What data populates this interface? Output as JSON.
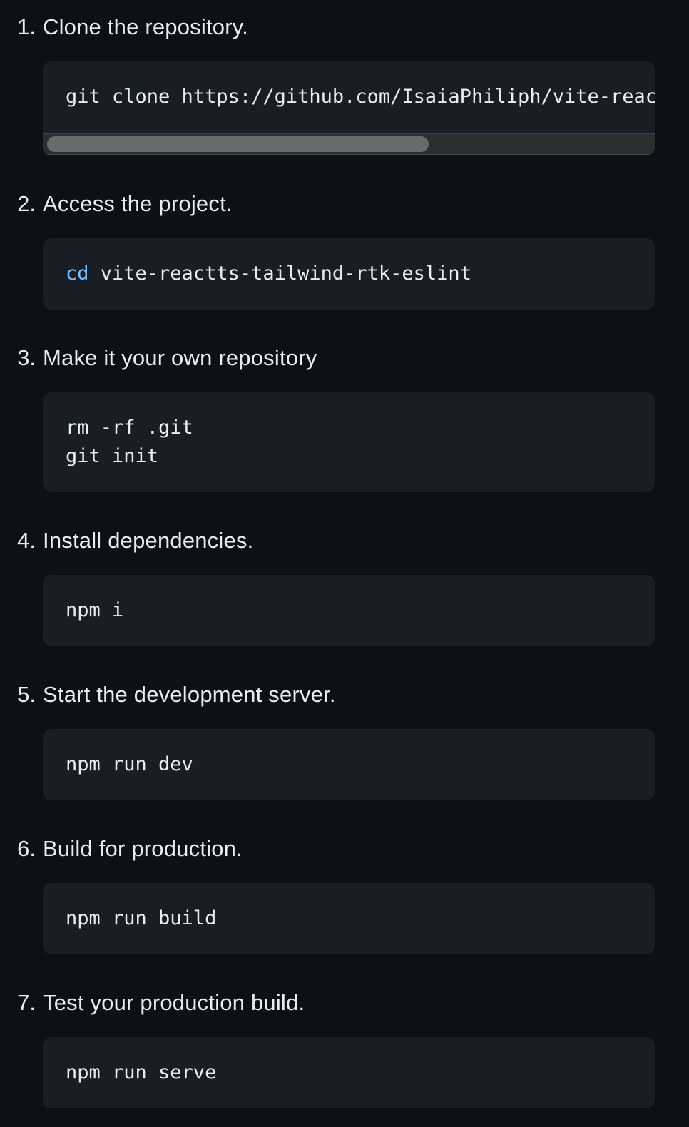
{
  "colors": {
    "page_background": "#0d1117",
    "code_block_background": "#181d26",
    "text": "#e6edf3",
    "syntax_builtin_blue": "#79c0ff",
    "scrollbar_track": "#2d2e30",
    "scrollbar_thumb": "#696a6c"
  },
  "steps": [
    {
      "number": "1.",
      "title": "Clone the repository.",
      "scrollable": true,
      "code": [
        {
          "segments": [
            {
              "text": "git clone https://github.com/IsaiaPhiliph/vite-reac"
            }
          ]
        }
      ]
    },
    {
      "number": "2.",
      "title": "Access the project.",
      "code": [
        {
          "segments": [
            {
              "text": "cd",
              "color": "#79c0ff"
            },
            {
              "text": " vite-reactts-tailwind-rtk-eslint"
            }
          ]
        }
      ]
    },
    {
      "number": "3.",
      "title": "Make it your own repository",
      "code": [
        {
          "segments": [
            {
              "text": "rm -rf .git"
            }
          ]
        },
        {
          "segments": [
            {
              "text": "git init"
            }
          ]
        }
      ]
    },
    {
      "number": "4.",
      "title": "Install dependencies.",
      "code": [
        {
          "segments": [
            {
              "text": "npm i"
            }
          ]
        }
      ]
    },
    {
      "number": "5.",
      "title": "Start the development server.",
      "code": [
        {
          "segments": [
            {
              "text": "npm run dev"
            }
          ]
        }
      ]
    },
    {
      "number": "6.",
      "title": "Build for production.",
      "code": [
        {
          "segments": [
            {
              "text": "npm run build"
            }
          ]
        }
      ]
    },
    {
      "number": "7.",
      "title": "Test your production build.",
      "code": [
        {
          "segments": [
            {
              "text": "npm run serve"
            }
          ]
        }
      ]
    }
  ]
}
